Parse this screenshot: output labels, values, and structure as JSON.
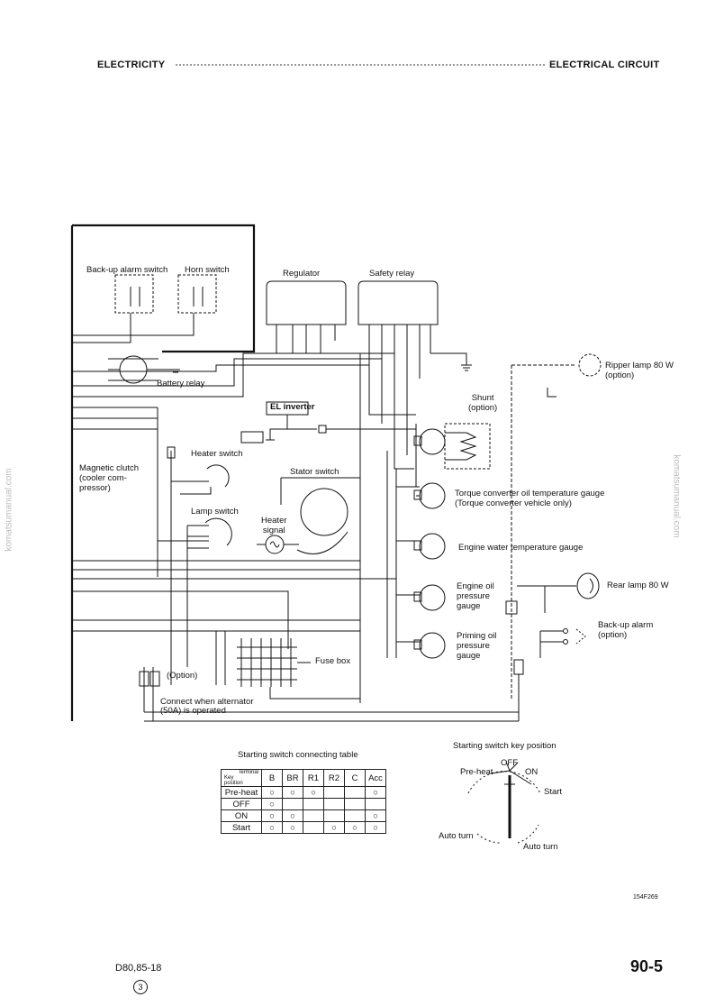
{
  "header": {
    "left": "ELECTRICITY",
    "right": "ELECTRICAL CIRCUIT"
  },
  "labels": {
    "backup_alarm_switch": "Back-up alarm switch",
    "horn_switch": "Horn switch",
    "regulator": "Regulator",
    "safety_relay": "Safety relay",
    "battery_relay": "Battery relay",
    "el_inverter": "EL inverter",
    "heater_switch": "Heater switch",
    "magnetic_clutch": [
      "Magnetic clutch",
      "(cooler com-",
      "pressor)"
    ],
    "stator_switch": "Stator switch",
    "lamp_switch": "Lamp switch",
    "heater_signal": [
      "Heater",
      "signal"
    ],
    "shunt": [
      "Shunt",
      "(option)"
    ],
    "ripper_lamp": [
      "Ripper lamp 80 W",
      "(option)"
    ],
    "torque_gauge": [
      "Torque converter oil temperature gauge",
      "(Torque converter vehicle only)"
    ],
    "water_gauge": "Engine water temperature gauge",
    "oil_gauge": [
      "Engine oil",
      "pressure",
      "gauge"
    ],
    "priming_gauge": [
      "Priming oil",
      "pressure",
      "gauge"
    ],
    "rear_lamp": "Rear lamp 80 W",
    "backup_alarm": [
      "Back-up alarm",
      "(option)"
    ],
    "fuse_box": "Fuse box",
    "option": "(Option)",
    "connect_note": [
      "Connect when alternator",
      "(50A) is operated"
    ],
    "doc_code": "154F269"
  },
  "starting_table": {
    "title": "Starting switch connecting table",
    "corner": [
      "Terminal",
      "Key",
      "position"
    ],
    "columns": [
      "B",
      "BR",
      "R1",
      "R2",
      "C",
      "Acc"
    ],
    "rows": [
      {
        "position": "Pre-heat",
        "cells": [
          "○",
          "○",
          "○",
          "",
          "",
          "○"
        ]
      },
      {
        "position": "OFF",
        "cells": [
          "○",
          "",
          "",
          "",
          "",
          ""
        ]
      },
      {
        "position": "ON",
        "cells": [
          "○",
          "○",
          "",
          "",
          "",
          "○"
        ]
      },
      {
        "position": "Start",
        "cells": [
          "○",
          "○",
          "",
          "○",
          "○",
          "○"
        ]
      }
    ]
  },
  "key_position": {
    "title": "Starting switch key position",
    "off": "OFF",
    "on": "ON",
    "preheat": "Pre-heat",
    "start": "Start",
    "auto_turn_left": "Auto turn",
    "auto_turn_right": "Auto turn"
  },
  "footer": {
    "model": "D80,85-18",
    "page": "90-5",
    "rev": "3"
  },
  "side_watermark": "komatsumanual.com"
}
